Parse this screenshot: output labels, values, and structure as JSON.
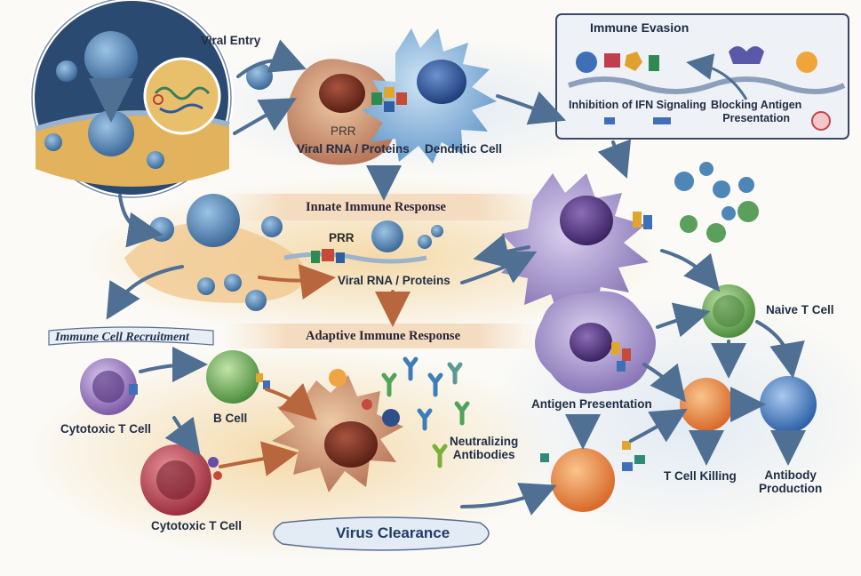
{
  "labels": {
    "viral_entry": "Viral Entry",
    "prr_top": "PRR",
    "viral_rna_top": "Viral RNA / Proteins",
    "dendritic_cell": "Dendritic Cell",
    "immune_evasion": "Immune Evasion",
    "inhibition_ifn": "Inhibition of IFN Signaling",
    "blocking_antigen": "Blocking Antigen\nPresentation",
    "innate_response": "Innate Immune Response",
    "prr_mid": "PRR",
    "viral_rna_mid": "Viral RNA / Proteins",
    "immune_cell_recruitment": "Immune Cell Recruitment",
    "adaptive_response": "Adaptive Immune Response",
    "naive_t_cell": "Naive T Cell",
    "b_cell": "B Cell",
    "cytotoxic_t_cell_top": "Cytotoxic T Cell",
    "antigen_presentation": "Antigen Presentation",
    "neutralizing_antibodies": "Neutralizing\nAntibodies",
    "t_cell_killing": "T Cell Killing",
    "antibody_production": "Antibody\nProduction",
    "cytotoxic_t_cell_bottom": "Cytotoxic T Cell",
    "virus_clearance": "Virus Clearance"
  },
  "colors": {
    "virus_blue": "#4f7fb0",
    "spike_red": "#d9573c",
    "dendritic_purple": "#9b87c4",
    "b_cell_green": "#6fae58",
    "t_cell_orange": "#e98a3c",
    "killer_red": "#b8414a",
    "plasma_blue": "#3f78c4",
    "arrow_blue": "#4f6f93",
    "arrow_brown": "#b8663d",
    "warm_wash": "#f2d7a4"
  }
}
